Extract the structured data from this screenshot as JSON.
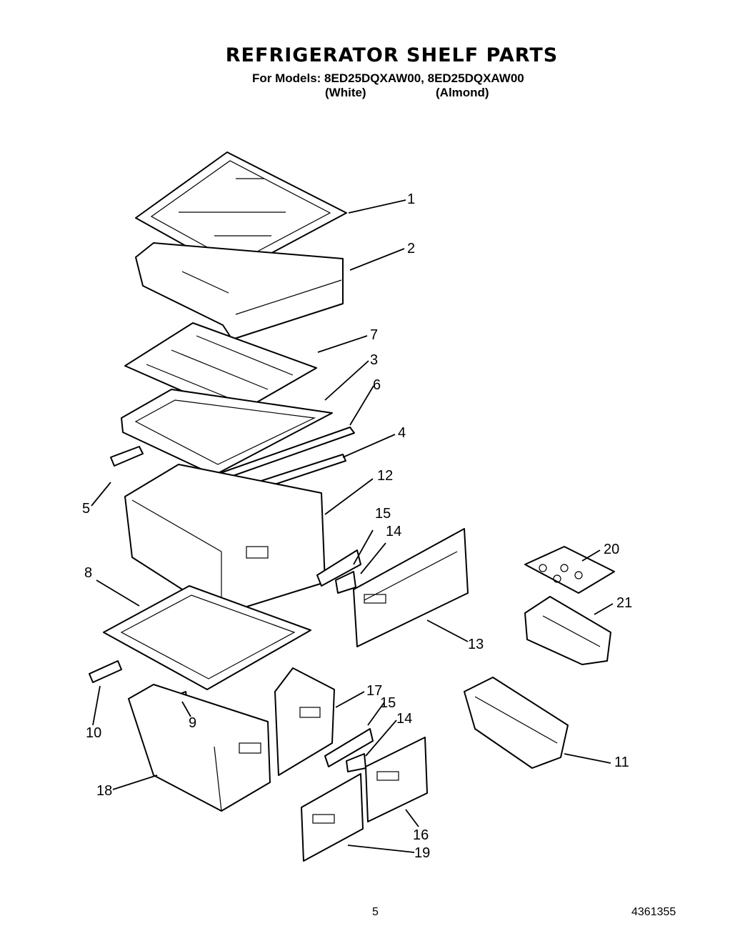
{
  "header": {
    "title": "REFRIGERATOR SHELF PARTS",
    "models": "For Models: 8ED25DQXAW00, 8ED25DQXAW00",
    "finish_white": "(White)",
    "finish_almond": "(Almond)"
  },
  "callouts": [
    "1",
    "2",
    "7",
    "3",
    "6",
    "4",
    "12",
    "5",
    "15",
    "14",
    "20",
    "8",
    "21",
    "13",
    "17",
    "15",
    "14",
    "10",
    "9",
    "11",
    "18",
    "16",
    "19"
  ],
  "footer": {
    "page_number": "5",
    "document_number": "4361355"
  }
}
